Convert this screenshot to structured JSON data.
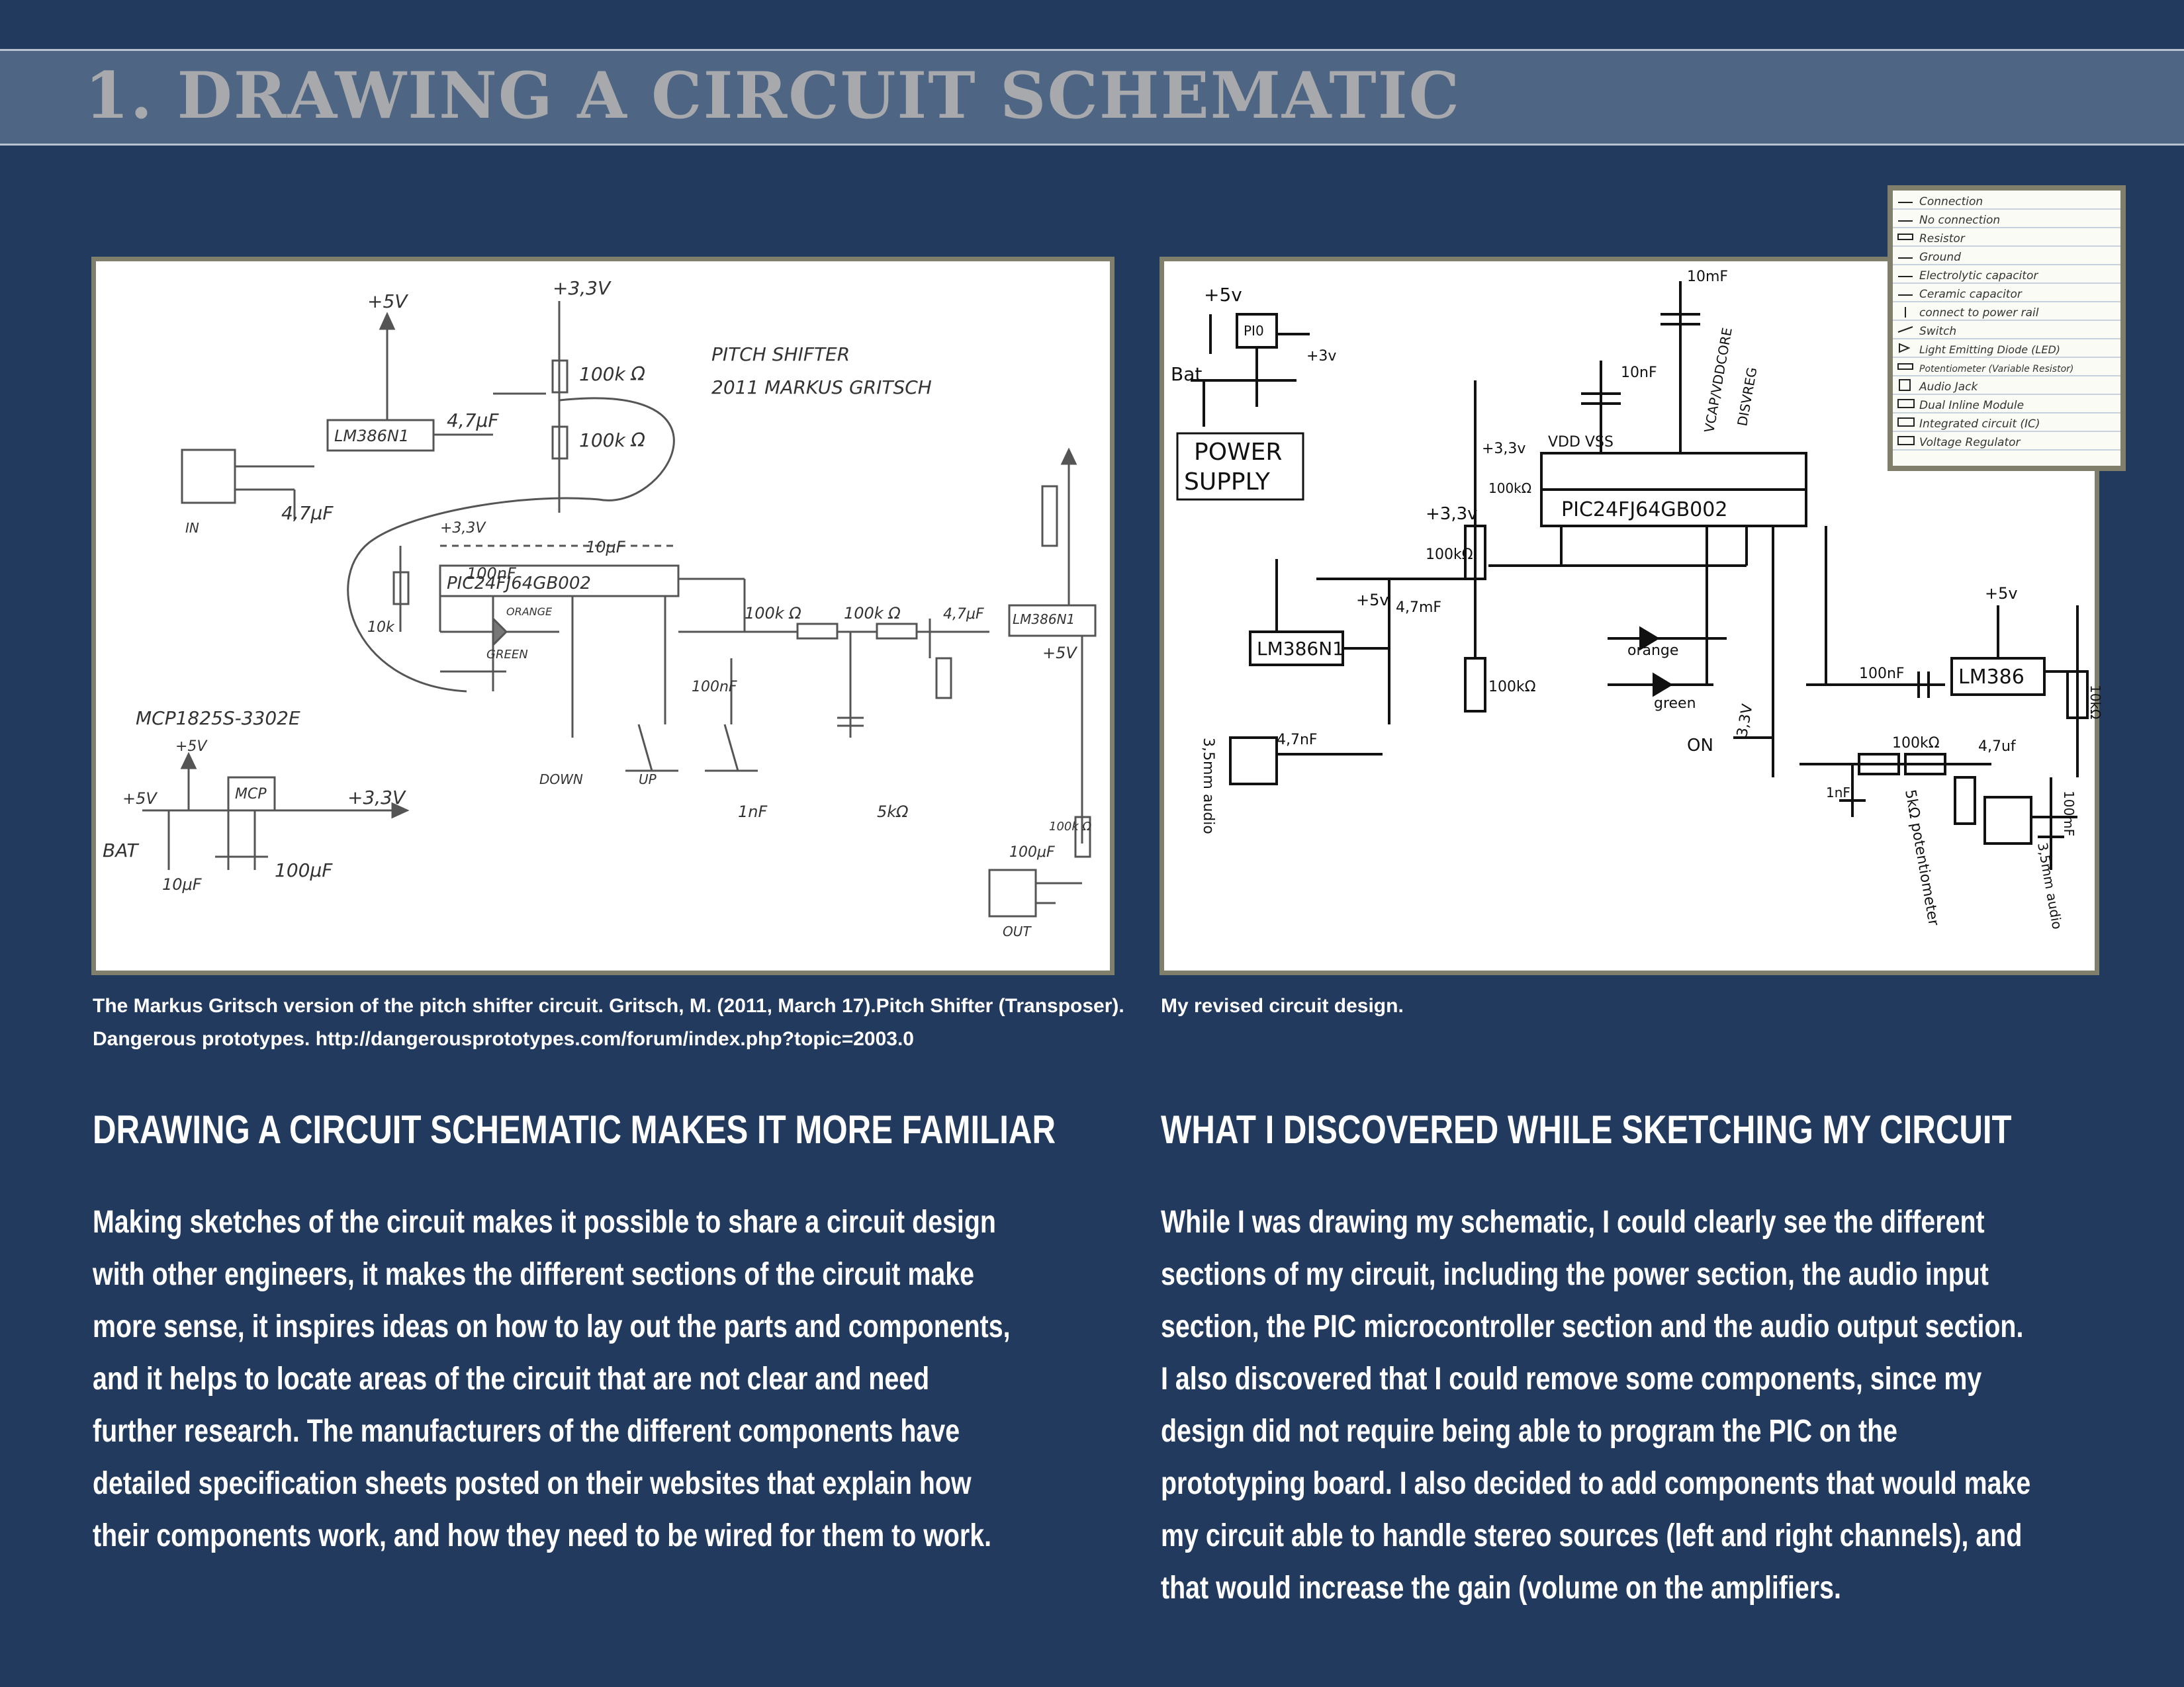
{
  "page": {
    "title": "1. DRAWING A CIRCUIT SCHEMATIC"
  },
  "figures": {
    "left": {
      "caption_lines": [
        "The Markus Gritsch version of the pitch shifter circuit. Gritsch, M. (2011, March 17).Pitch Shifter (Transposer).",
        "Dangerous prototypes. http://dangerousprototypes.com/forum/index.php?topic=2003.0"
      ],
      "sketch_labels": {
        "title": "PITCH SHIFTER",
        "author": "2011 MARKUS GRITSCH",
        "plus5v_top": "+5V",
        "plus33v_top": "+3,3V",
        "r_100k_a": "100k Ω",
        "r_100k_b": "100k Ω",
        "cap_47_a": "4,7μF",
        "cap_47_b": "4,7μF",
        "amp": "LM386N1",
        "jack_in": "IN",
        "r_10k": "10k",
        "cap_100n_a": "100nF",
        "pic": "PIC24FJ64GB002",
        "plus33v_mid": "+3,3V",
        "cap_10u": "10μF",
        "cap_100n_b": "100nF",
        "reg_name": "MCP1825S-3302E",
        "reg": "MCP",
        "plus5v_reg": "+5V",
        "plus5v_left": "+5V",
        "plus33v_reg": "+3,3V",
        "bat": "BAT",
        "cap_10u_b": "10μF",
        "cap_100u": "100μF",
        "orange": "ORANGE",
        "green": "GREEN",
        "down": "DOWN",
        "up": "UP",
        "r_100k_c": "100k Ω",
        "r_100k_d": "100k Ω",
        "cap_1n": "1nF",
        "pot_5k": "5kΩ",
        "plus5v_right": "+5V",
        "amp2": "LM386N1",
        "cap_47_c": "4,7μF",
        "cap_100u_b": "100μF",
        "r_100k_e": "100k Ω",
        "jack_out": "OUT"
      }
    },
    "right": {
      "caption_lines": [
        "My revised circuit design."
      ],
      "sketch_labels": {
        "plus5v": "+5v",
        "bat": "Bat",
        "reg": "PI0",
        "plus3v": "+3v",
        "power_supply_1": "POWER",
        "power_supply_2": "SUPPLY",
        "cap_10mf_top": "10mF",
        "cap_10nf": "10nF",
        "vss_vdd": "VDD VSS",
        "vcap": "VCAP/VDDCORE",
        "disvreg": "DISVREG",
        "pic": "PIC24FJ64GB002",
        "plus33v_a": "+3,3v",
        "plus33v_b": "+3,3v",
        "r_100k_a": "100kΩ",
        "r_100k_b": "100kΩ",
        "r_100k_c": "100kΩ",
        "plus5v_b": "+5v",
        "cap_47_a": "4,7mF",
        "amp_a": "LM386N1",
        "jack_a": "3,5mm audio",
        "cap_47_b": "4,7nF",
        "orange": "orange",
        "green": "green",
        "on": "ON",
        "plus33v_c": "3,3V",
        "cap_100nf": "100nF",
        "amp_b": "LM386",
        "plus5v_c": "+5v",
        "r_10k": "10kΩ",
        "cap_47_c": "4,7uf",
        "r_100k_d": "100kΩ",
        "cap_1nf": "1nF",
        "pot": "5kΩ potentiometer",
        "jack_b": "3,5mm audio",
        "cap_100mf": "100mF"
      }
    },
    "legend": {
      "items": [
        "Connection",
        "No connection",
        "Resistor",
        "Ground",
        "Electrolytic capacitor",
        "Ceramic capacitor",
        "connect to power rail",
        "Switch",
        "Light Emitting Diode (LED)",
        "Potentiometer (Variable Resistor)",
        "Audio Jack",
        "Dual Inline Module",
        "Integrated circuit (IC)",
        "Voltage Regulator"
      ]
    }
  },
  "sections": {
    "left": {
      "heading": "DRAWING A CIRCUIT SCHEMATIC MAKES IT MORE FAMILIAR",
      "body_lines": [
        "Making sketches of the circuit makes it possible to share a circuit design",
        "with other engineers, it makes the different sections of the circuit make",
        "more sense, it inspires ideas on how to lay out the parts and components,",
        "and it helps to locate areas of the circuit that are not clear and need",
        "further research. The manufacturers of the different components have",
        "detailed specification sheets posted on their websites that explain how",
        "their components work, and how they need to be wired for them to work."
      ]
    },
    "right": {
      "heading": "WHAT I DISCOVERED WHILE SKETCHING MY CIRCUIT",
      "body_lines": [
        "While I was drawing my schematic, I could clearly see the different",
        "sections of my circuit, including the power section, the audio input",
        "section, the PIC microcontroller section and the audio output section.",
        "I also discovered that I could remove some components, since my",
        "design did not require being able to program the PIC on the",
        "prototyping board. I also decided to add components that would make",
        "my circuit able to handle stereo sources (left and right channels), and",
        "that would increase the gain (volume on the amplifiers."
      ]
    }
  }
}
